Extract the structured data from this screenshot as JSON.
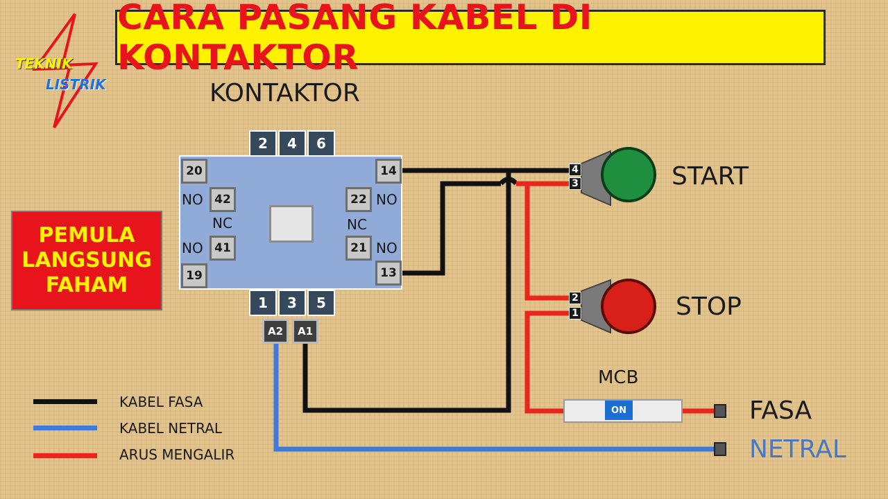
{
  "title": "CARA PASANG KABEL DI KONTAKTOR",
  "logo": {
    "line1": "TEKNIK",
    "line2": "LISTRIK"
  },
  "kontaktor": {
    "label": "KONTAKTOR",
    "top_terminals": [
      "2",
      "4",
      "6"
    ],
    "bottom_terminals": [
      "1",
      "3",
      "5"
    ],
    "coil_terminals": [
      "A2",
      "A1"
    ],
    "left_aux": {
      "t20": "20",
      "t42": "42",
      "t41": "41",
      "t19": "19",
      "no_top": "NO",
      "nc": "NC",
      "no_bottom": "NO"
    },
    "right_aux": {
      "t14": "14",
      "t22": "22",
      "t21": "21",
      "t13": "13",
      "no_top": "NO",
      "nc": "NC",
      "no_bottom": "NO"
    }
  },
  "badge": {
    "line1": "PEMULA",
    "line2": "LANGSUNG",
    "line3": "FAHAM"
  },
  "start_button": {
    "label": "START",
    "terminals": [
      "4",
      "3"
    ],
    "color": "#1e8f3e"
  },
  "stop_button": {
    "label": "STOP",
    "terminals": [
      "2",
      "1"
    ],
    "color": "#d8201a"
  },
  "mcb": {
    "label": "MCB",
    "switch_text": "ON"
  },
  "supply": {
    "fasa": "FASA",
    "netral": "NETRAL"
  },
  "legend": [
    {
      "text": "KABEL FASA",
      "color": "#111111"
    },
    {
      "text": "KABEL NETRAL",
      "color": "#3f7ad8"
    },
    {
      "text": "ARUS MENGALIR",
      "color": "#e8261b"
    }
  ]
}
